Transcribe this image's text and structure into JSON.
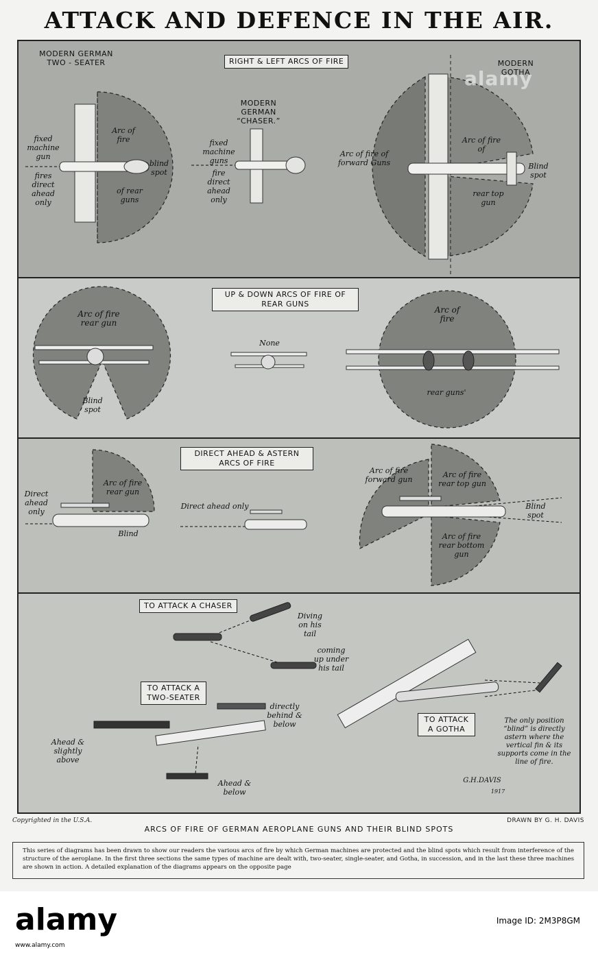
{
  "page_title": "ATTACK AND DEFENCE IN THE AIR.",
  "panels": {
    "p1": {
      "heading": "RIGHT & LEFT ARCS OF FIRE",
      "two_seater_title": "MODERN GERMAN TWO - SEATER",
      "chaser_title": "MODERN GERMAN “CHASER.”",
      "gotha_title": "MODERN GOTHA",
      "ts_fixed_gun": "fixed machine gun",
      "ts_fires_ahead": "fires direct ahead only",
      "ts_arc_fire": "Arc of fire",
      "ts_rear_guns": "of rear guns",
      "ts_blind_spot": "blind spot",
      "ch_fixed_guns": "fixed machine guns",
      "ch_fire_ahead": "fire direct ahead only",
      "go_forward": "Arc of fire of forward Guns",
      "go_arc_fire": "Arc of fire of",
      "go_rear_top": "rear top gun",
      "go_blind": "Blind spot"
    },
    "p2": {
      "heading": "UP & DOWN ARCS OF FIRE OF REAR GUNS",
      "left_arc": "Arc of fire rear gun",
      "left_blind": "Blind spot",
      "middle_none": "None",
      "right_arc": "Arc of fire",
      "right_rear": "rear guns'"
    },
    "p3": {
      "heading": "DIRECT AHEAD & ASTERN ARCS OF FIRE",
      "left_direct": "Direct ahead only",
      "left_arc": "Arc of fire rear gun",
      "left_blind": "Blind",
      "mid_direct": "Direct ahead only",
      "right_forward": "Arc of fire forward gun",
      "right_top": "Arc of fire rear top gun",
      "right_blind": "Blind spot",
      "right_bottom": "Arc of fire rear bottom gun"
    },
    "p4": {
      "attack_chaser": "TO ATTACK A CHASER",
      "diving": "Diving on his tail",
      "coming_up": "coming up under his tail",
      "attack_two_seater": "TO ATTACK A TWO-SEATER",
      "directly_behind": "directly behind & below",
      "ahead_above": "Ahead & slightly above",
      "ahead_below": "Ahead & below",
      "attack_gotha": "TO ATTACK A GOTHA",
      "gotha_note": "The only position “blind” is directly astern where the vertical fin & its supports come in the line of fire.",
      "signature": "G.H.DAVIS",
      "signature_year": "1917"
    }
  },
  "copyright": "Copyrighted in the U.S.A.",
  "drawn_by": "DRAWN BY G. H. DAVIS",
  "subtitle": "ARCS OF FIRE OF GERMAN AEROPLANE GUNS AND THEIR BLIND SPOTS",
  "description": "This series of diagrams has been drawn to show our readers the various arcs of fire by which German machines are protected and the blind spots which result from interference of the structure of the aeroplane. In the first three sections the same types of machine are dealt with, two-seater, single-seater, and Gotha, in succession, and in the last these three machines are shown in action. A detailed explanation of the diagrams appears on the opposite page",
  "watermark": "alamy",
  "footer": {
    "logo": "alamy",
    "image_id": "Image ID: 2M3P8GM",
    "url": "www.alamy.com"
  }
}
